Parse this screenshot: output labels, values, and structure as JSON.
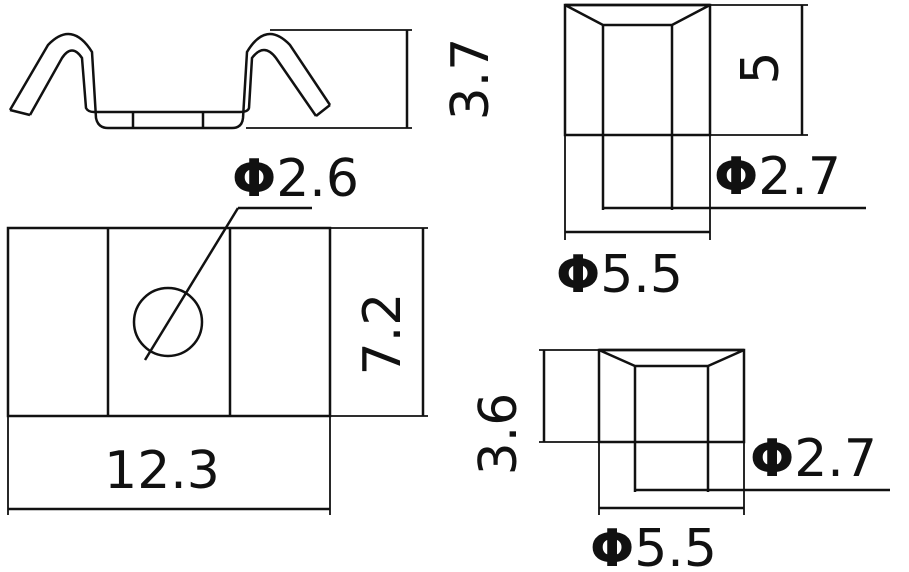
{
  "views": {
    "side_view": {
      "height_label": "3.7"
    },
    "top_view": {
      "hole_diameter": {
        "symbol": "Φ",
        "value": "2.6"
      },
      "height_label": "7.2",
      "width_label": "12.3"
    },
    "end_view_a": {
      "height_label": "5",
      "inner_diameter": {
        "symbol": "Φ",
        "value": "2.7"
      },
      "outer_diameter": {
        "symbol": "Φ",
        "value": "5.5"
      }
    },
    "end_view_b": {
      "height_label": "3.6",
      "inner_diameter": {
        "symbol": "Φ",
        "value": "2.7"
      },
      "outer_diameter": {
        "symbol": "Φ",
        "value": "5.5"
      }
    }
  },
  "colors": {
    "ink": "#111111",
    "paper": "#ffffff"
  }
}
